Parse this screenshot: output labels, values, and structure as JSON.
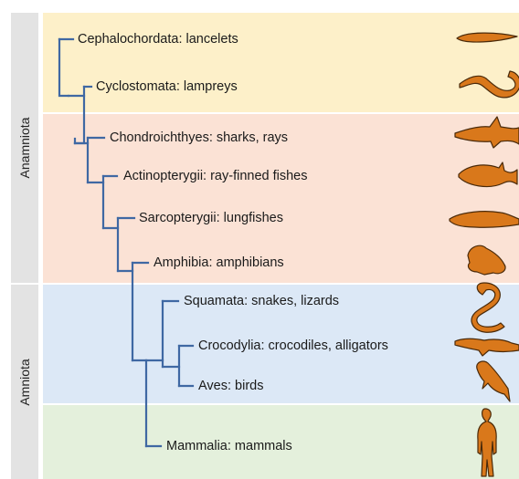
{
  "groups": {
    "anamniota": "Anamniota",
    "amniota": "Amniota"
  },
  "colors": {
    "band_cephalo": "#fdf0c9",
    "band_anamniota": "#fbe2d5",
    "band_reptiles": "#dce8f6",
    "band_mammals": "#e4f0dc",
    "side_bar": "#e3e3e3",
    "tree_line": "#3f68a3",
    "silhouette_fill": "#d9781b",
    "silhouette_stroke": "#4a2a0a"
  },
  "taxa": [
    {
      "label": "Cephalochordata: lancelets",
      "icon": "lancelet-icon"
    },
    {
      "label": "Cyclostomata: lampreys",
      "icon": "lamprey-icon"
    },
    {
      "label": "Chondroichthyes: sharks, rays",
      "icon": "shark-icon"
    },
    {
      "label": "Actinopterygii: ray-finned fishes",
      "icon": "ray-finned-fish-icon"
    },
    {
      "label": "Sarcopterygii: lungfishes",
      "icon": "lungfish-icon"
    },
    {
      "label": "Amphibia: amphibians",
      "icon": "frog-icon"
    },
    {
      "label": "Squamata: snakes, lizards",
      "icon": "snake-icon"
    },
    {
      "label": "Crocodylia: crocodiles, alligators",
      "icon": "crocodile-icon"
    },
    {
      "label": "Aves: birds",
      "icon": "bird-icon"
    },
    {
      "label": "Mammalia: mammals",
      "icon": "human-icon"
    }
  ]
}
